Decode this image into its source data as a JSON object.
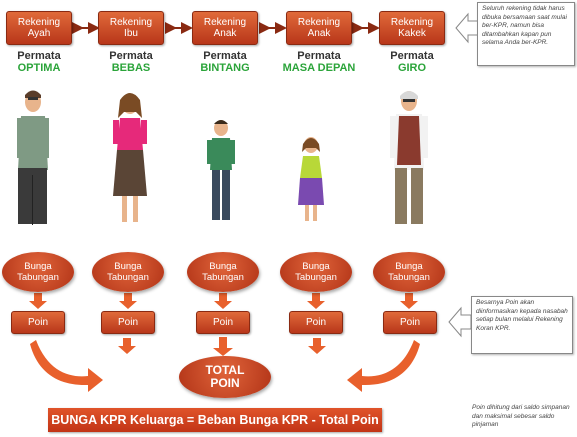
{
  "accounts": [
    {
      "label": "Rekening Ayah",
      "bank": "Permata",
      "product": "OPTIMA"
    },
    {
      "label": "Rekening Ibu",
      "bank": "Permata",
      "product": "BEBAS"
    },
    {
      "label": "Rekening Anak",
      "bank": "Permata",
      "product": "BINTANG"
    },
    {
      "label": "Rekening Anak",
      "bank": "Permata",
      "product": "MASA DEPAN"
    },
    {
      "label": "Rekening Kakek",
      "bank": "Permata",
      "product": "GIRO"
    }
  ],
  "note_top": "Seluruh rekening tidak harus dibuka bersamaan saat mulai ber-KPR, namun bisa ditambahkan kapan pun selama Anda ber-KPR.",
  "bunga_label": "Bunga Tabungan",
  "poin_label": "Poin",
  "note_mid": "Besarnya Poin akan diinformasikan kepada nasabah setiap bulan melalui Rekening Koran KPR.",
  "total_label": "TOTAL POIN",
  "formula": "BUNGA KPR Keluarga = Beban Bunga KPR - Total Poin",
  "note_bottom": "Poin dihitung dari saldo simpanan dan maksimal sebesar saldo pinjaman",
  "colors": {
    "accent": "#c8401e",
    "product_green": "#2ba43a",
    "arrow": "#e8602c"
  }
}
